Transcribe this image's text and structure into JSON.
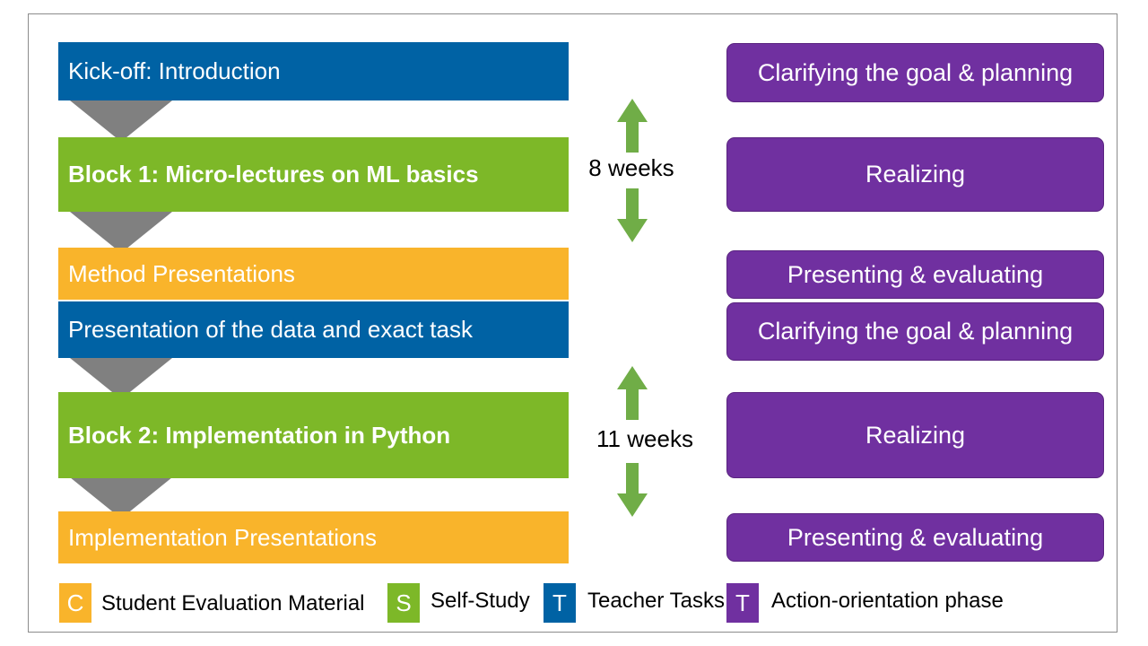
{
  "colors": {
    "teacher": "#0062a4",
    "selfstudy": "#7db828",
    "evaluation": "#f9b42b",
    "action": "#7030a0",
    "connector": "#808080",
    "arrow": "#70ad47"
  },
  "stages": [
    {
      "label": "Kick-off: Introduction",
      "type": "teacher"
    },
    {
      "label": "Block 1: Micro-lectures on ML basics",
      "type": "selfstudy"
    },
    {
      "label": "Method Presentations",
      "type": "evaluation"
    },
    {
      "label": "Presentation of the data and exact task",
      "type": "teacher"
    },
    {
      "label": "Block 2: Implementation in Python",
      "type": "selfstudy"
    },
    {
      "label": "Implementation Presentations",
      "type": "evaluation"
    }
  ],
  "phases": [
    "Clarifying the goal & planning",
    "Realizing",
    "Presenting & evaluating",
    "Clarifying the goal & planning",
    "Realizing",
    "Presenting & evaluating"
  ],
  "durations": [
    "8 weeks",
    "11 weeks"
  ],
  "legend": [
    {
      "letter": "C",
      "label": "Student Evaluation Material",
      "color": "evaluation"
    },
    {
      "letter": "S",
      "label": "Self-Study",
      "color": "selfstudy"
    },
    {
      "letter": "T",
      "label": "Teacher Tasks",
      "color": "teacher"
    },
    {
      "letter": "T",
      "label": "Action-orientation phase",
      "color": "action"
    }
  ]
}
